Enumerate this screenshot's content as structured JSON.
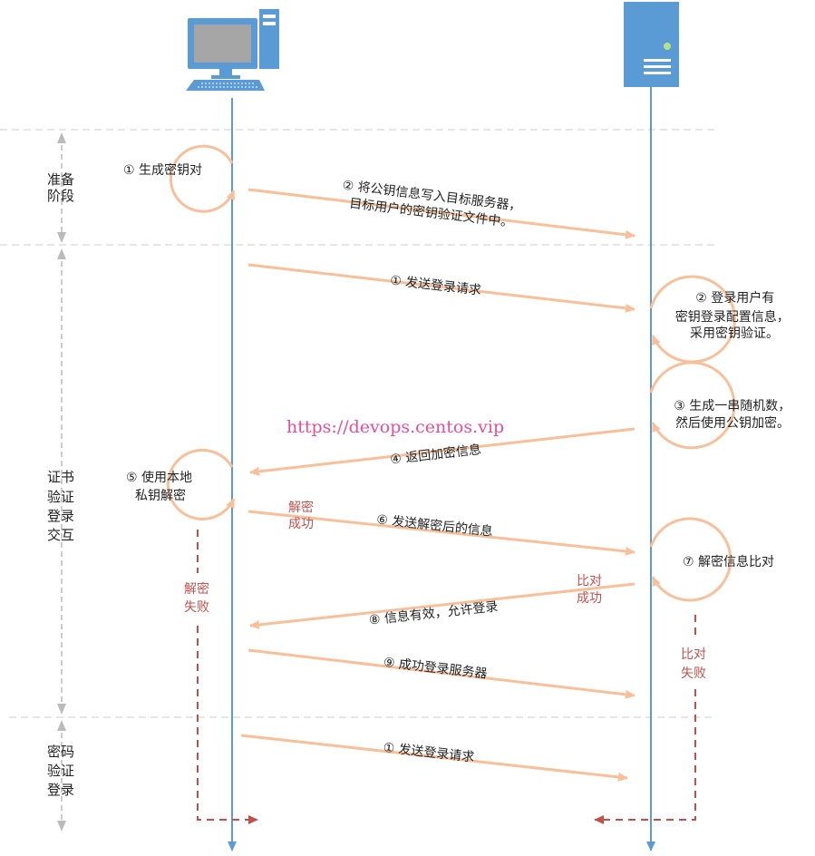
{
  "phases": {
    "prepare": [
      "准备",
      "阶段"
    ],
    "cert": [
      "证书",
      "验证",
      "登录",
      "交互"
    ],
    "password": [
      "密码",
      "验证",
      "登录"
    ]
  },
  "steps": {
    "gen_keypair": "① 生成密钥对",
    "write_pubkey": [
      "② 将公钥信息写入目标服务器，",
      "目标用户的密钥验证文件中。"
    ],
    "send_login_request": "① 发送登录请求",
    "user_has_key": [
      "② 登录用户有",
      "密钥登录配置信息，",
      "采用密钥验证。"
    ],
    "gen_random": [
      "③ 生成一串随机数，",
      "然后使用公钥加密。"
    ],
    "return_encrypted": "④ 返回加密信息",
    "decrypt_private": [
      "⑤ 使用本地",
      "私钥解密"
    ],
    "send_decrypted": "⑥ 发送解密后的信息",
    "compare_decrypted": "⑦ 解密信息比对",
    "info_valid": "⑧ 信息有效，允许登录",
    "login_success": "⑨ 成功登录服务器",
    "password_send_login": "① 发送登录请求"
  },
  "status": {
    "decrypt_success": [
      "解密",
      "成功"
    ],
    "decrypt_fail": [
      "解密",
      "失败"
    ],
    "compare_success": [
      "比对",
      "成功"
    ],
    "compare_fail": [
      "比对",
      "失败"
    ]
  },
  "watermark": "https://devops.centos.vip",
  "colors": {
    "lifeline": "#5b9bd5",
    "message_arrow": "#f8c09a",
    "failure": "#c0504d",
    "divider": "#cccccc"
  },
  "icons": {
    "client": "desktop-computer-icon",
    "server": "server-icon"
  }
}
